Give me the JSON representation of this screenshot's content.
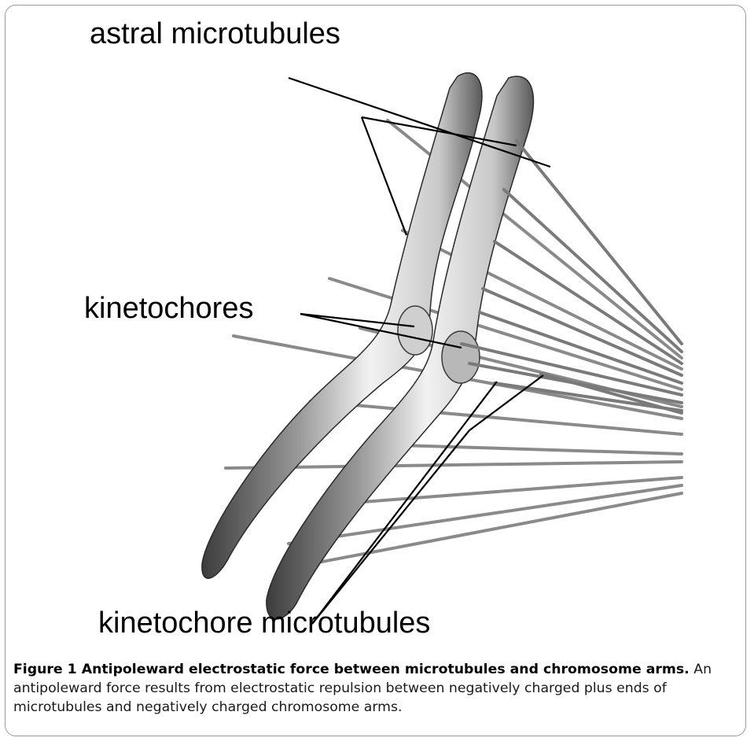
{
  "figure": {
    "labels": {
      "astral": "astral microtubules",
      "kinetochores": "kinetochores",
      "kinetochore_mt": "kinetochore microtubules"
    },
    "caption_title": "Figure 1 Antipoleward electrostatic force between microtubules and chromosome arms.",
    "caption_body": "An antipoleward force results from electrostatic repulsion between negatively charged plus ends of microtubules and negatively charged chromosome arms."
  }
}
